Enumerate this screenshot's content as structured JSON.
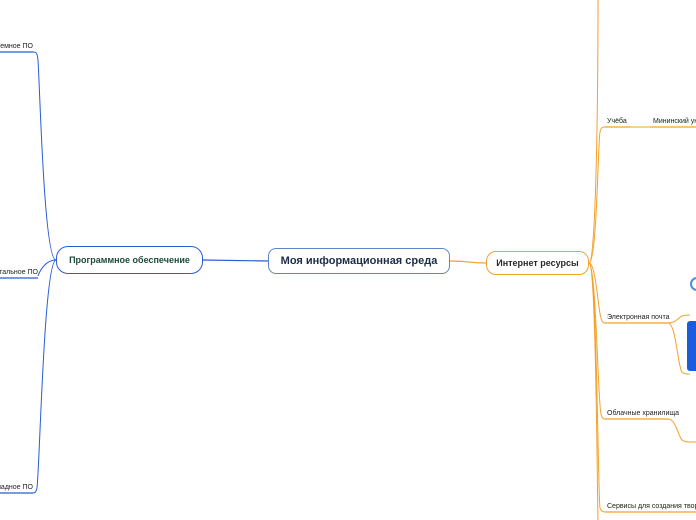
{
  "central": {
    "label": "Моя информационная среда"
  },
  "left_branch": {
    "label": "Программное обеспечение",
    "color": "#2a5cd4",
    "leaves": [
      {
        "label": "Системное ПО"
      },
      {
        "label": "Инструментальное ПО"
      },
      {
        "label": "Прикладное ПО"
      }
    ]
  },
  "right_branch": {
    "label": "Интернет ресурсы",
    "color": "#f2a12b",
    "leaves": [
      {
        "label": "Учёба",
        "child": "Мининский университет"
      },
      {
        "label": "Электронная почта"
      },
      {
        "label": "Облачные хранилища"
      },
      {
        "label": "Сервисы для создания творческих работ"
      }
    ]
  }
}
